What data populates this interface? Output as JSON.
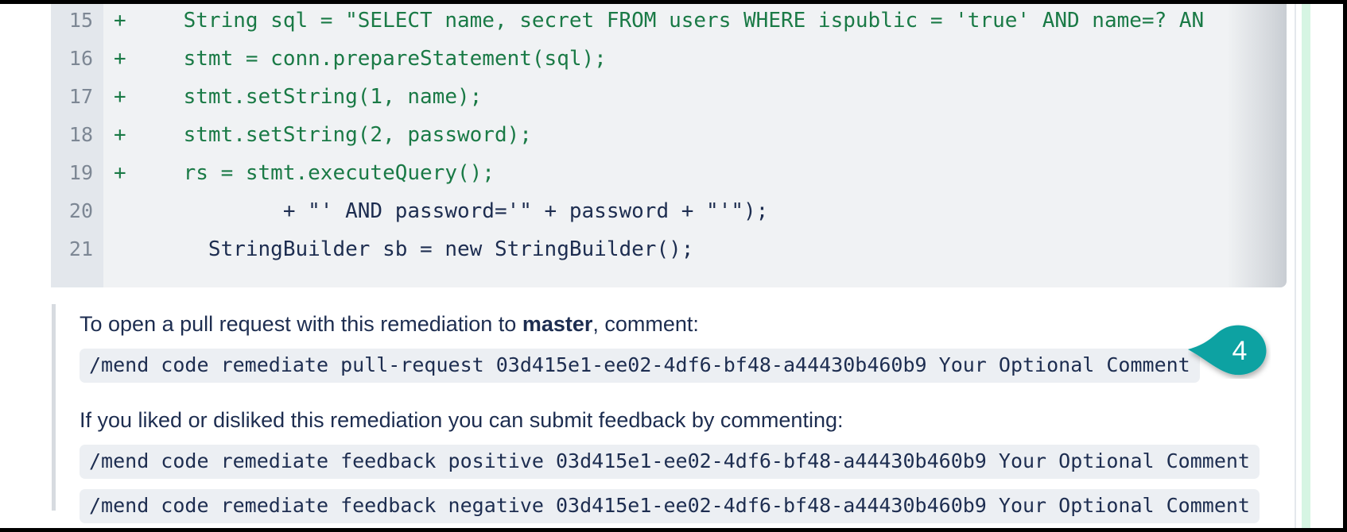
{
  "frame": {
    "border_color": "#000000",
    "background": "#ffffff",
    "green_rail_color": "#d6f5e3"
  },
  "diff": {
    "background": "#f0f2f4",
    "gutter_background": "#e3e7ec",
    "addition_color": "#1a7a46",
    "context_color": "#1d2d50",
    "line_number_color": "#7d8794",
    "rows": [
      {
        "line": "15",
        "marker": "+",
        "kind": "add",
        "code": "    String sql = \"SELECT name, secret FROM users WHERE ispublic = 'true' AND name=? AN"
      },
      {
        "line": "16",
        "marker": "+",
        "kind": "add",
        "code": "    stmt = conn.prepareStatement(sql);"
      },
      {
        "line": "17",
        "marker": "+",
        "kind": "add",
        "code": "    stmt.setString(1, name);"
      },
      {
        "line": "18",
        "marker": "+",
        "kind": "add",
        "code": "    stmt.setString(2, password);"
      },
      {
        "line": "19",
        "marker": "+",
        "kind": "add",
        "code": "    rs = stmt.executeQuery();"
      },
      {
        "line": "20",
        "marker": "",
        "kind": "context",
        "code": "            + \"' AND password='\" + password + \"'\");"
      },
      {
        "line": "21",
        "marker": "",
        "kind": "context",
        "code": "      StringBuilder sb = new StringBuilder();"
      }
    ]
  },
  "remediation": {
    "pull_request_prefix": "To open a pull request with this remediation to ",
    "pull_request_branch": "master",
    "pull_request_suffix": ", comment:",
    "pull_request_command": "/mend code remediate pull-request 03d415e1-ee02-4df6-bf48-a44430b460b9 Your Optional Comment",
    "feedback_intro": "If you liked or disliked this remediation you can submit feedback by commenting:",
    "feedback_positive_command": "/mend code remediate feedback positive 03d415e1-ee02-4df6-bf48-a44430b460b9 Your Optional Comment",
    "feedback_negative_command": "/mend code remediate feedback negative 03d415e1-ee02-4df6-bf48-a44430b460b9 Your Optional Comment"
  },
  "annotation": {
    "step_number": "4",
    "color": "#0aa2a2"
  }
}
